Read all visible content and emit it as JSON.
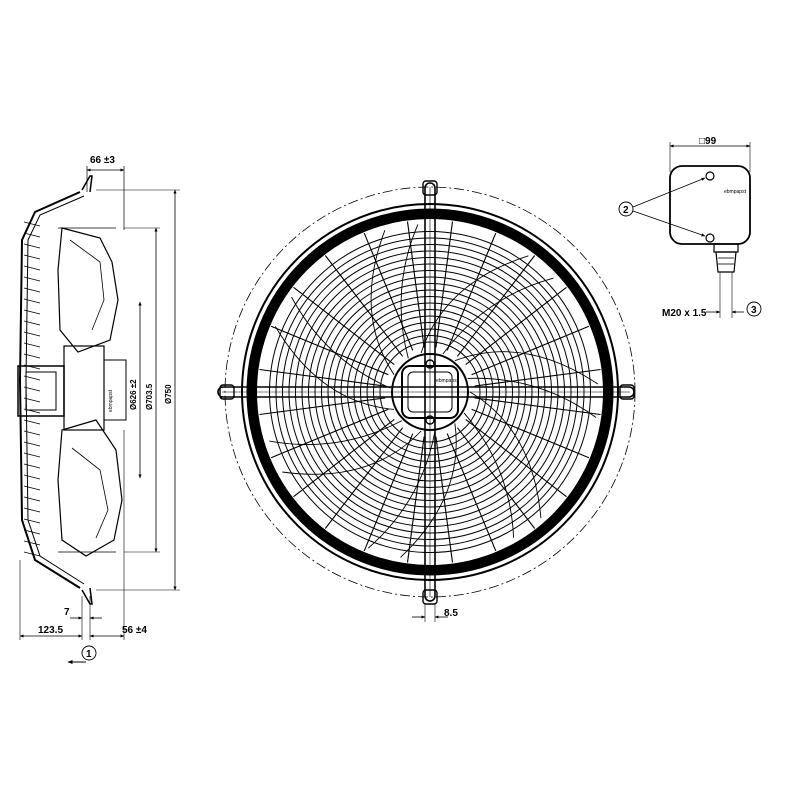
{
  "side_view": {
    "dim_top": "66 ±3",
    "dim_d1": "Ø626 ±2",
    "dim_d2": "Ø703.5",
    "dim_d3": "Ø750",
    "dim_7": "7",
    "dim_123": "123.5",
    "dim_56": "56 ±4",
    "callout_1": "1"
  },
  "front_view": {
    "dim_85": "8.5",
    "brand": "ebmpapst"
  },
  "terminal_box": {
    "dim_99": "□99",
    "callout_2": "2",
    "callout_3": "3",
    "thread": "M20 x 1.5",
    "brand": "ebmpapst"
  }
}
